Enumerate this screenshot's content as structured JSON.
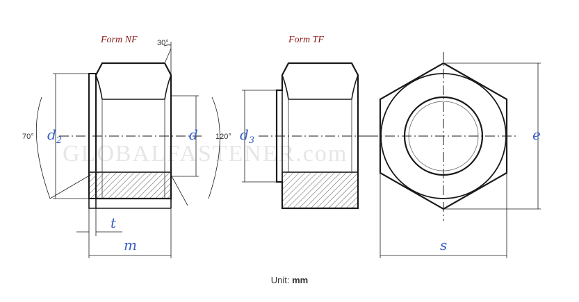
{
  "labels": {
    "form_nf": "Form NF",
    "form_tf": "Form TF",
    "angle_30": "30°",
    "angle_70": "70°",
    "angle_120": "120°",
    "d2": "d",
    "d2_sub": "2",
    "d": "d",
    "d3": "d",
    "d3_sub": "3",
    "t": "t",
    "m": "m",
    "s": "s",
    "e": "e"
  },
  "watermark": "GLOBALFASTENER.com",
  "footer": {
    "unit_label": "Unit:",
    "unit_value": "mm"
  },
  "colors": {
    "dimension_text": "#3a5fc8",
    "form_text": "#8b1a1a",
    "lines": "#1a1a1a"
  }
}
